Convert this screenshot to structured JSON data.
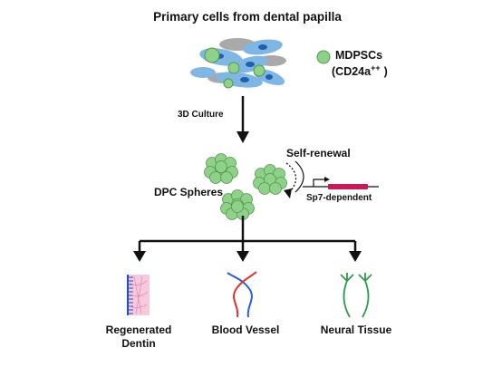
{
  "title": "Primary cells from dental papilla",
  "legend": {
    "name": "MDPSCs",
    "marker_open": "(",
    "marker": "CD24a",
    "marker_sup": "++",
    "marker_close": ")"
  },
  "culture_label": "3D Culture",
  "spheres_label": "DPC Spheres",
  "self_renewal_label": "Self-renewal",
  "gene_label": "Sp7-dependent",
  "outcomes": [
    {
      "line1": "Regenerated",
      "line2": "Dentin"
    },
    {
      "line1": "Blood Vessel",
      "line2": ""
    },
    {
      "line1": "Neural Tissue",
      "line2": ""
    }
  ],
  "colors": {
    "stem_cell": "#8fd08a",
    "stem_cell_edge": "#4f9a4a",
    "blue_cell": "#7fb6e3",
    "blue_nucleus": "#1f5fae",
    "gray_cell": "#a9a9a9",
    "dentin_fill": "#f6c9dc",
    "dentin_line": "#1e4fc8",
    "vessel_red": "#e0312b",
    "vessel_blue": "#2a5fd8",
    "neural": "#2f9a4f",
    "gene_bar": "#c8185a",
    "arrow": "#111111"
  }
}
